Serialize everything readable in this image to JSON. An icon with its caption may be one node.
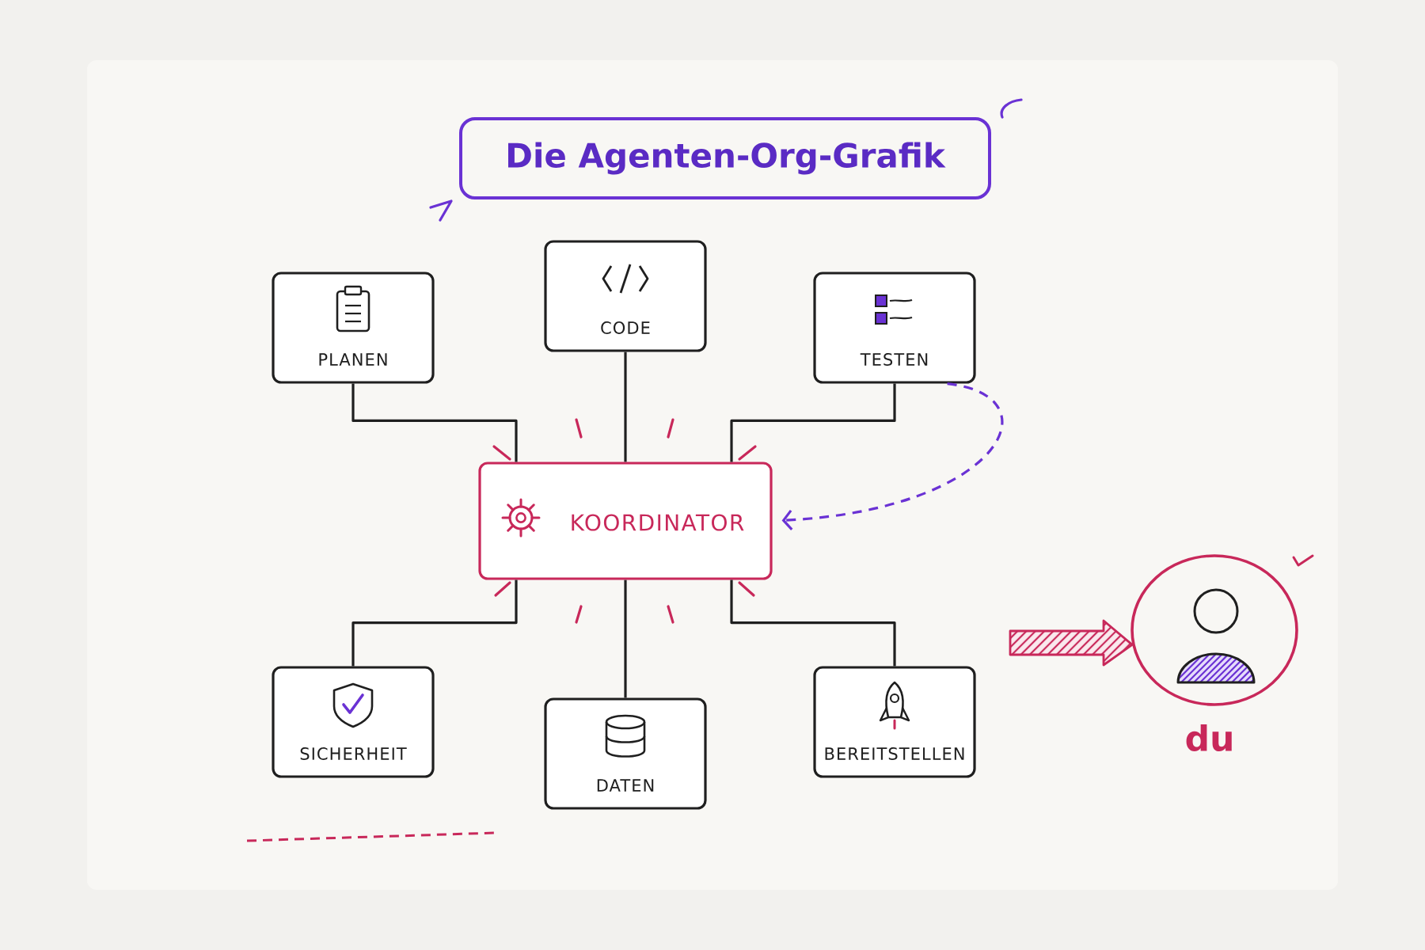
{
  "diagram": {
    "title": "Die Agenten-Org-Grafik",
    "nodes": [
      {
        "text": [
          "PLANEN"
        ]
      },
      {
        "text": [
          "CODE"
        ]
      },
      {
        "text": [
          "TESTEN"
        ]
      },
      {
        "text": [
          "KOORDINATOR"
        ]
      },
      {
        "text": [
          "SICHERHEIT"
        ]
      },
      {
        "text": [
          "DATEN"
        ]
      },
      {
        "text": [
          "BEREITSTELLEN"
        ]
      },
      {
        "text": [
          "du"
        ]
      }
    ],
    "edges": [
      {
        "from": 3,
        "to": 0,
        "arrow": "none"
      },
      {
        "from": 3,
        "to": 1,
        "arrow": "none"
      },
      {
        "from": 3,
        "to": 2,
        "arrow": "none"
      },
      {
        "from": 3,
        "to": 4,
        "arrow": "none"
      },
      {
        "from": 3,
        "to": 5,
        "arrow": "none"
      },
      {
        "from": 3,
        "to": 6,
        "arrow": "none"
      },
      {
        "from": 2,
        "to": 3,
        "arrow": "to",
        "style": "dashed",
        "color": "#6a32d4"
      },
      {
        "from": null,
        "to": 7,
        "arrow": "to",
        "style": "thick",
        "color": "#c8285a"
      }
    ]
  }
}
